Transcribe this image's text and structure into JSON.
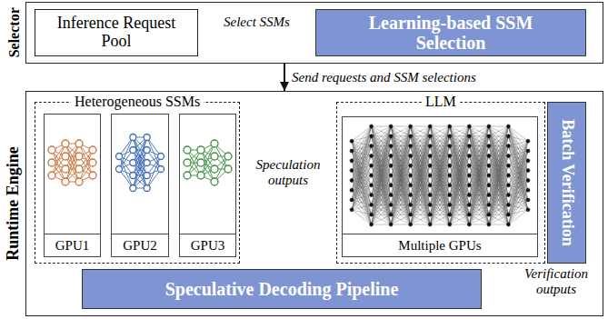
{
  "diagram": {
    "nodes": [
      {
        "text": [
          "Selector"
        ]
      },
      {
        "text": [
          "Inference Request Pool"
        ],
        "in": 0
      },
      {
        "text": [
          "Learning-based SSM Selection"
        ],
        "in": 0
      },
      {
        "text": [
          "Runtime Engine"
        ]
      },
      {
        "text": [
          "Heterogeneous SSMs"
        ],
        "in": 3
      },
      {
        "text": [
          "GPU1"
        ],
        "in": 4
      },
      {
        "text": [
          "GPU2"
        ],
        "in": 4
      },
      {
        "text": [
          "GPU3"
        ],
        "in": 4
      },
      {
        "text": [
          "LLM"
        ],
        "in": 3
      },
      {
        "text": [
          "Multiple GPUs"
        ],
        "in": 8
      },
      {
        "text": [
          "Batch Verification"
        ],
        "in": 3
      },
      {
        "text": [
          "Speculative Decoding Pipeline"
        ],
        "in": 3
      }
    ],
    "edges": [
      {
        "from": 1,
        "to": 2,
        "arrow": "to",
        "label": "Select SSMs"
      },
      {
        "from": 0,
        "to": 3,
        "arrow": "to",
        "label": "Send requests and SSM selections"
      },
      {
        "from": 4,
        "to": 8,
        "arrow": "to",
        "label": "Speculation outputs"
      },
      {
        "from": 8,
        "to": 11,
        "arrow": "none",
        "label": "Verification outputs"
      },
      {
        "from": 11,
        "to": 4,
        "arrow": "to"
      }
    ]
  }
}
